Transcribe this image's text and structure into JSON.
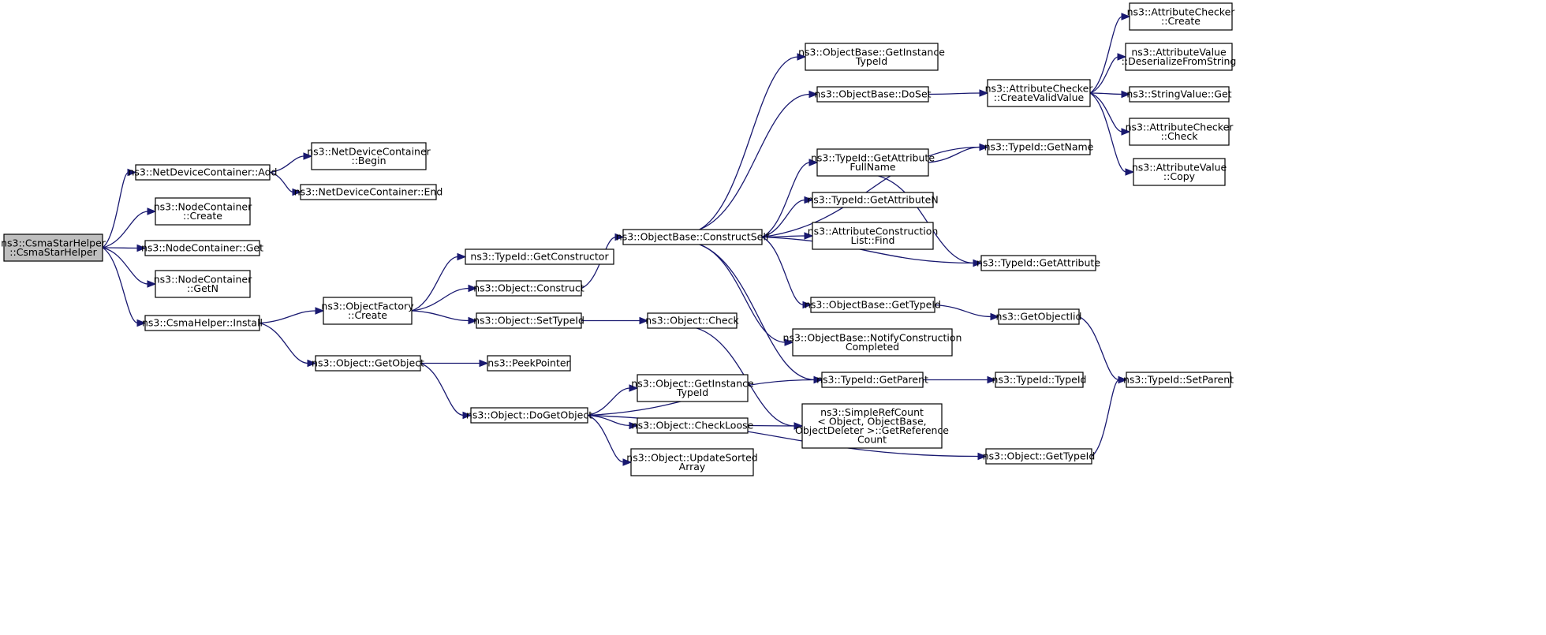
{
  "graph": {
    "edge_color": "#191970",
    "root_fill": "#bfbfbf",
    "nodes": [
      {
        "id": "n0",
        "lines": [
          "ns3::CsmaStarHelper",
          "::CsmaStarHelper"
        ],
        "root": true
      },
      {
        "id": "n1",
        "lines": [
          "ns3::NetDeviceContainer::Add"
        ]
      },
      {
        "id": "n2",
        "lines": [
          "ns3::NodeContainer",
          "::Create"
        ]
      },
      {
        "id": "n3",
        "lines": [
          "ns3::NodeContainer::Get"
        ]
      },
      {
        "id": "n4",
        "lines": [
          "ns3::NodeContainer",
          "::GetN"
        ]
      },
      {
        "id": "n5",
        "lines": [
          "ns3::CsmaHelper::Install"
        ]
      },
      {
        "id": "n6",
        "lines": [
          "ns3::NetDeviceContainer",
          "::Begin"
        ]
      },
      {
        "id": "n7",
        "lines": [
          "ns3::NetDeviceContainer::End"
        ]
      },
      {
        "id": "n8",
        "lines": [
          "ns3::ObjectFactory",
          "::Create"
        ]
      },
      {
        "id": "n9",
        "lines": [
          "ns3::Object::GetObject"
        ]
      },
      {
        "id": "n10",
        "lines": [
          "ns3::TypeId::GetConstructor"
        ]
      },
      {
        "id": "n11",
        "lines": [
          "ns3::Object::Construct"
        ]
      },
      {
        "id": "n12",
        "lines": [
          "ns3::Object::SetTypeId"
        ]
      },
      {
        "id": "n13",
        "lines": [
          "ns3::PeekPointer"
        ]
      },
      {
        "id": "n14",
        "lines": [
          "ns3::Object::DoGetObject"
        ]
      },
      {
        "id": "n15",
        "lines": [
          "ns3::ObjectBase::ConstructSelf"
        ]
      },
      {
        "id": "n16",
        "lines": [
          "ns3::Object::Check"
        ]
      },
      {
        "id": "n17",
        "lines": [
          "ns3::Object::GetInstance",
          "TypeId"
        ]
      },
      {
        "id": "n18",
        "lines": [
          "ns3::Object::CheckLoose"
        ]
      },
      {
        "id": "n19",
        "lines": [
          "ns3::Object::UpdateSorted",
          "Array"
        ]
      },
      {
        "id": "n20",
        "lines": [
          "ns3::ObjectBase::GetInstance",
          "TypeId"
        ]
      },
      {
        "id": "n21",
        "lines": [
          "ns3::ObjectBase::DoSet"
        ]
      },
      {
        "id": "n22",
        "lines": [
          "ns3::TypeId::GetAttribute",
          "FullName"
        ]
      },
      {
        "id": "n23",
        "lines": [
          "ns3::TypeId::GetAttributeN"
        ]
      },
      {
        "id": "n24",
        "lines": [
          "ns3::AttributeConstruction",
          "List::Find"
        ]
      },
      {
        "id": "n25",
        "lines": [
          "ns3::ObjectBase::GetTypeId"
        ]
      },
      {
        "id": "n26",
        "lines": [
          "ns3::ObjectBase::NotifyConstruction",
          "Completed"
        ]
      },
      {
        "id": "n27",
        "lines": [
          "ns3::TypeId::GetParent"
        ]
      },
      {
        "id": "n28",
        "lines": [
          "ns3::SimpleRefCount",
          "< Object, ObjectBase,",
          "ObjectDeleter >::GetReference",
          "Count"
        ]
      },
      {
        "id": "n29",
        "lines": [
          "ns3::AttributeChecker",
          "::CreateValidValue"
        ]
      },
      {
        "id": "n30",
        "lines": [
          "ns3::TypeId::GetName"
        ]
      },
      {
        "id": "n31",
        "lines": [
          "ns3::TypeId::GetAttribute"
        ]
      },
      {
        "id": "n32",
        "lines": [
          "ns3::GetObjectIid"
        ]
      },
      {
        "id": "n33",
        "lines": [
          "ns3::TypeId::TypeId"
        ]
      },
      {
        "id": "n34",
        "lines": [
          "ns3::Object::GetTypeId"
        ]
      },
      {
        "id": "n35",
        "lines": [
          "ns3::AttributeChecker",
          "::Create"
        ]
      },
      {
        "id": "n36",
        "lines": [
          "ns3::AttributeValue",
          "::DeserializeFromString"
        ]
      },
      {
        "id": "n37",
        "lines": [
          "ns3::StringValue::Get"
        ]
      },
      {
        "id": "n38",
        "lines": [
          "ns3::AttributeChecker",
          "::Check"
        ]
      },
      {
        "id": "n39",
        "lines": [
          "ns3::AttributeValue",
          "::Copy"
        ]
      },
      {
        "id": "n40",
        "lines": [
          "ns3::TypeId::SetParent"
        ]
      }
    ],
    "edges": [
      [
        "n0",
        "n1"
      ],
      [
        "n0",
        "n2"
      ],
      [
        "n0",
        "n3"
      ],
      [
        "n0",
        "n4"
      ],
      [
        "n0",
        "n5"
      ],
      [
        "n1",
        "n6"
      ],
      [
        "n1",
        "n7"
      ],
      [
        "n5",
        "n8"
      ],
      [
        "n5",
        "n9"
      ],
      [
        "n8",
        "n10"
      ],
      [
        "n8",
        "n11"
      ],
      [
        "n8",
        "n12"
      ],
      [
        "n9",
        "n13"
      ],
      [
        "n9",
        "n14"
      ],
      [
        "n11",
        "n15"
      ],
      [
        "n12",
        "n16"
      ],
      [
        "n14",
        "n27"
      ],
      [
        "n14",
        "n17"
      ],
      [
        "n14",
        "n18"
      ],
      [
        "n14",
        "n19"
      ],
      [
        "n14",
        "n34"
      ],
      [
        "n15",
        "n20"
      ],
      [
        "n15",
        "n21"
      ],
      [
        "n15",
        "n30"
      ],
      [
        "n15",
        "n22"
      ],
      [
        "n15",
        "n23"
      ],
      [
        "n15",
        "n24"
      ],
      [
        "n15",
        "n31"
      ],
      [
        "n15",
        "n25"
      ],
      [
        "n15",
        "n26"
      ],
      [
        "n15",
        "n27"
      ],
      [
        "n16",
        "n28"
      ],
      [
        "n18",
        "n28"
      ],
      [
        "n21",
        "n29"
      ],
      [
        "n22",
        "n30"
      ],
      [
        "n22",
        "n31"
      ],
      [
        "n25",
        "n32"
      ],
      [
        "n27",
        "n33"
      ],
      [
        "n29",
        "n35"
      ],
      [
        "n29",
        "n36"
      ],
      [
        "n29",
        "n37"
      ],
      [
        "n29",
        "n38"
      ],
      [
        "n29",
        "n39"
      ],
      [
        "n32",
        "n40"
      ],
      [
        "n34",
        "n40"
      ]
    ]
  }
}
